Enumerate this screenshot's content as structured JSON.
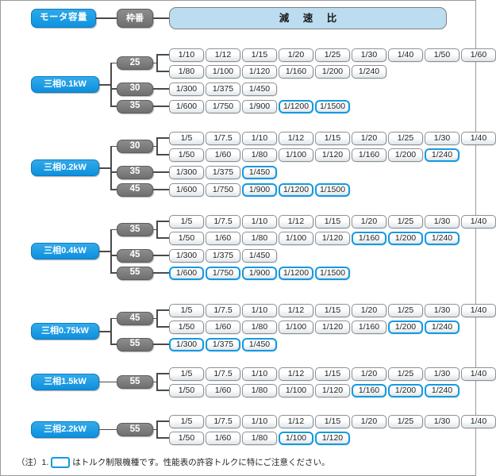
{
  "header": {
    "motor_capacity_label": "モータ容量",
    "frame_no_label": "枠番",
    "reduction_ratio_label": "減 速 比"
  },
  "colors": {
    "accent_blue": "#0d90de",
    "highlight_border": "#139ae2",
    "frame_grey": "#7b7b7b",
    "header_bar_fill": "#bcdcf0"
  },
  "footnote": {
    "prefix": "（注）1.",
    "text": "はトルク制限機種です。性能表の許容トルクに特にご注意ください。"
  },
  "groups": [
    {
      "motor": "三相0.1kW",
      "frames": [
        {
          "frame": "25",
          "rows": [
            [
              "1/10",
              "1/12",
              "1/15",
              "1/20",
              "1/25",
              "1/30",
              "1/40",
              "1/50",
              "1/60"
            ],
            [
              "1/80",
              "1/100",
              "1/120",
              "1/160",
              "1/200",
              "1/240"
            ]
          ],
          "highlighted": []
        },
        {
          "frame": "30",
          "rows": [
            [
              "1/300",
              "1/375",
              "1/450"
            ]
          ],
          "highlighted": []
        },
        {
          "frame": "35",
          "rows": [
            [
              "1/600",
              "1/750",
              "1/900",
              "1/1200",
              "1/1500"
            ]
          ],
          "highlighted": [
            "1/1200",
            "1/1500"
          ]
        }
      ]
    },
    {
      "motor": "三相0.2kW",
      "frames": [
        {
          "frame": "30",
          "rows": [
            [
              "1/5",
              "1/7.5",
              "1/10",
              "1/12",
              "1/15",
              "1/20",
              "1/25",
              "1/30",
              "1/40"
            ],
            [
              "1/50",
              "1/60",
              "1/80",
              "1/100",
              "1/120",
              "1/160",
              "1/200",
              "1/240"
            ]
          ],
          "highlighted": [
            "1/240"
          ]
        },
        {
          "frame": "35",
          "rows": [
            [
              "1/300",
              "1/375",
              "1/450"
            ]
          ],
          "highlighted": [
            "1/450"
          ]
        },
        {
          "frame": "45",
          "rows": [
            [
              "1/600",
              "1/750",
              "1/900",
              "1/1200",
              "1/1500"
            ]
          ],
          "highlighted": [
            "1/900",
            "1/1200",
            "1/1500"
          ]
        }
      ]
    },
    {
      "motor": "三相0.4kW",
      "frames": [
        {
          "frame": "35",
          "rows": [
            [
              "1/5",
              "1/7.5",
              "1/10",
              "1/12",
              "1/15",
              "1/20",
              "1/25",
              "1/30",
              "1/40"
            ],
            [
              "1/50",
              "1/60",
              "1/80",
              "1/100",
              "1/120",
              "1/160",
              "1/200",
              "1/240"
            ]
          ],
          "highlighted": [
            "1/160",
            "1/200",
            "1/240"
          ]
        },
        {
          "frame": "45",
          "rows": [
            [
              "1/300",
              "1/375",
              "1/450"
            ]
          ],
          "highlighted": []
        },
        {
          "frame": "55",
          "rows": [
            [
              "1/600",
              "1/750",
              "1/900",
              "1/1200",
              "1/1500"
            ]
          ],
          "highlighted": [
            "1/600",
            "1/750",
            "1/900",
            "1/1200",
            "1/1500"
          ]
        }
      ]
    },
    {
      "motor": "三相0.75kW",
      "frames": [
        {
          "frame": "45",
          "rows": [
            [
              "1/5",
              "1/7.5",
              "1/10",
              "1/12",
              "1/15",
              "1/20",
              "1/25",
              "1/30",
              "1/40"
            ],
            [
              "1/50",
              "1/60",
              "1/80",
              "1/100",
              "1/120",
              "1/160",
              "1/200",
              "1/240"
            ]
          ],
          "highlighted": [
            "1/200",
            "1/240"
          ]
        },
        {
          "frame": "55",
          "rows": [
            [
              "1/300",
              "1/375",
              "1/450"
            ]
          ],
          "highlighted": [
            "1/300",
            "1/375",
            "1/450"
          ]
        }
      ]
    },
    {
      "motor": "三相1.5kW",
      "frames": [
        {
          "frame": "55",
          "rows": [
            [
              "1/5",
              "1/7.5",
              "1/10",
              "1/12",
              "1/15",
              "1/20",
              "1/25",
              "1/30",
              "1/40"
            ],
            [
              "1/50",
              "1/60",
              "1/80",
              "1/100",
              "1/120",
              "1/160",
              "1/200",
              "1/240"
            ]
          ],
          "highlighted": [
            "1/160",
            "1/200",
            "1/240"
          ]
        }
      ]
    },
    {
      "motor": "三相2.2kW",
      "frames": [
        {
          "frame": "55",
          "rows": [
            [
              "1/5",
              "1/7.5",
              "1/10",
              "1/12",
              "1/15",
              "1/20",
              "1/25",
              "1/30",
              "1/40"
            ],
            [
              "1/50",
              "1/60",
              "1/80",
              "1/100",
              "1/120"
            ]
          ],
          "highlighted": [
            "1/100",
            "1/120"
          ]
        }
      ]
    }
  ]
}
